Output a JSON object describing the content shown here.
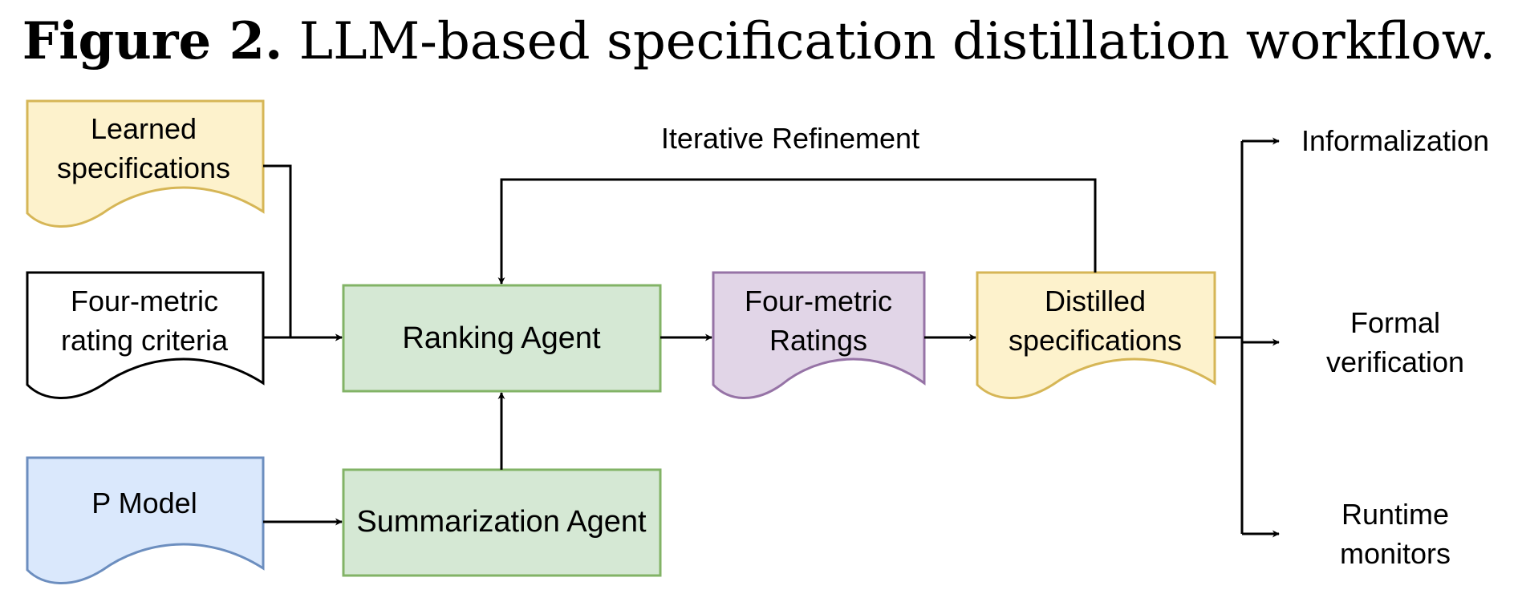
{
  "title": {
    "bold": "Figure 2.",
    "text": "LLM-based specification distillation workflow."
  },
  "nodes": {
    "learned_specs": {
      "lines": [
        "Learned",
        "specifications"
      ],
      "fill": "#fdf2cc",
      "stroke": "#d6b656"
    },
    "rating_criteria": {
      "lines": [
        "Four-metric",
        "rating criteria"
      ],
      "fill": "#ffffff",
      "stroke": "#000000"
    },
    "p_model": {
      "lines": [
        "P Model"
      ],
      "fill": "#dae8fc",
      "stroke": "#6c8ebf"
    },
    "ranking_agent": {
      "label": "Ranking Agent",
      "fill": "#d5e8d4",
      "stroke": "#82b366"
    },
    "summarization_agent": {
      "label": "Summarization Agent",
      "fill": "#d5e8d4",
      "stroke": "#82b366"
    },
    "ratings": {
      "lines": [
        "Four-metric",
        "Ratings"
      ],
      "fill": "#e1d5e7",
      "stroke": "#9673a6"
    },
    "distilled_specs": {
      "lines": [
        "Distilled",
        "specifications"
      ],
      "fill": "#fdf2cc",
      "stroke": "#d6b656"
    }
  },
  "loop_label": "Iterative Refinement",
  "outputs": {
    "informalization": [
      "Informalization"
    ],
    "formal_verification": [
      "Formal",
      "verification"
    ],
    "runtime_monitors": [
      "Runtime",
      "monitors"
    ]
  }
}
